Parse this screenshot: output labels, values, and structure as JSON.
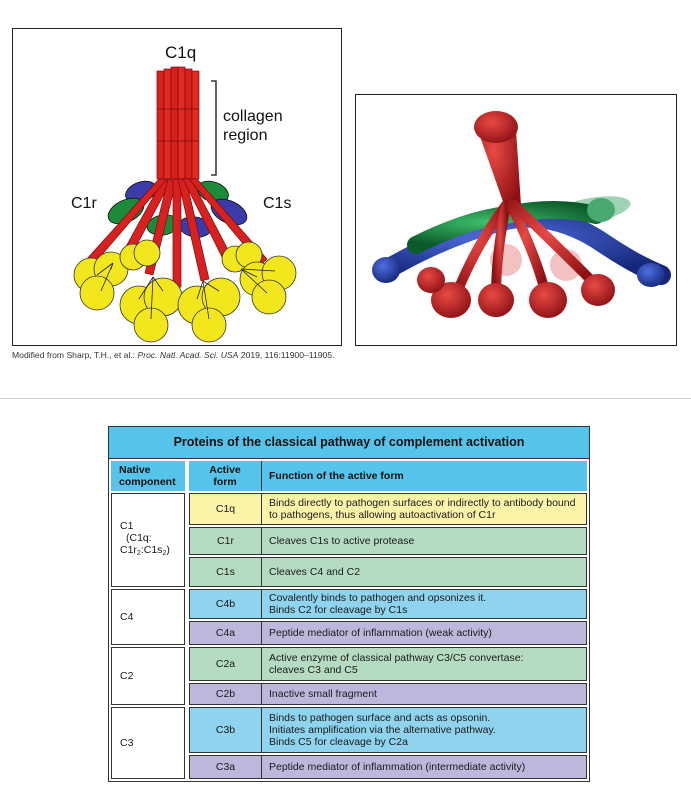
{
  "figure": {
    "labels": {
      "c1q": "C1q",
      "collagen": "collagen",
      "region": "region",
      "c1r": "C1r",
      "c1s": "C1s"
    },
    "caption_prefix": "Modified from Sharp, T.H., et al.: ",
    "caption_journal": "Proc. Natl. Acad. Sci. USA",
    "caption_suffix": " 2019, 116:11900–11905.",
    "colors": {
      "collagen_red": "#d92020",
      "head_yellow": "#f2e61c",
      "c1r_green": "#1b8a3a",
      "c1s_blue": "#3a3aa8",
      "model_red": "#c01f24",
      "model_blue": "#2848b8",
      "model_green": "#1f8f4a"
    }
  },
  "table": {
    "title": "Proteins of the classical pathway of complement activation",
    "headers": {
      "native_1": "Native",
      "native_2": "component",
      "active_1": "Active",
      "active_2": "form",
      "function": "Function of the active form"
    },
    "groups": [
      {
        "native": "C1",
        "native_2": "(C1q:",
        "native_3a": "C1r",
        "native_3b": "2",
        "native_3c": ":C1s",
        "native_3d": "2",
        "native_3e": ")",
        "rows": [
          {
            "active": "C1q",
            "function_1": "Binds directly to pathogen surfaces or indirectly to antibody bound",
            "function_2": "to pathogens, thus allowing autoactivation of C1r",
            "function_3": ""
          },
          {
            "active": "C1r",
            "function_1": "Cleaves C1s to active protease",
            "function_2": "",
            "function_3": ""
          },
          {
            "active": "C1s",
            "function_1": "Cleaves C4 and C2",
            "function_2": "",
            "function_3": ""
          }
        ]
      },
      {
        "native": "C4",
        "rows": [
          {
            "active": "C4b",
            "function_1": "Covalently binds to pathogen and opsonizes it.",
            "function_2": "Binds C2 for cleavage by C1s",
            "function_3": ""
          },
          {
            "active": "C4a",
            "function_1": "Peptide mediator of inflammation (weak activity)",
            "function_2": "",
            "function_3": ""
          }
        ]
      },
      {
        "native": "C2",
        "rows": [
          {
            "active": "C2a",
            "function_1": "Active enzyme of classical pathway C3/C5 convertase:",
            "function_2": "cleaves C3 and C5",
            "function_3": ""
          },
          {
            "active": "C2b",
            "function_1": "Inactive small fragment",
            "function_2": "",
            "function_3": ""
          }
        ]
      },
      {
        "native": "C3",
        "rows": [
          {
            "active": "C3b",
            "function_1": "Binds to pathogen surface and acts as opsonin.",
            "function_2": "Initiates amplification via the alternative pathway.",
            "function_3": "Binds C5 for cleavage by C2a"
          },
          {
            "active": "C3a",
            "function_1": "Peptide mediator of inflammation (intermediate activity)",
            "function_2": "",
            "function_3": ""
          }
        ]
      }
    ],
    "colors": {
      "header_blue": "#55c3ea",
      "c1q_yellow": "#fbf3a8",
      "green": "#b5dcc2",
      "blue": "#8fd3ee",
      "purple": "#bdb7dc"
    }
  }
}
